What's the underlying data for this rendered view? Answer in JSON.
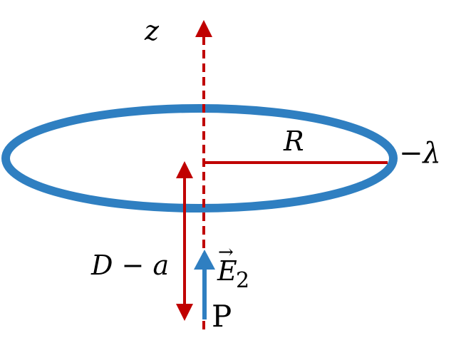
{
  "labels": {
    "z_axis": "z",
    "radius": "R",
    "charge_density": "−λ",
    "distance_main": "D − a",
    "field_E": "E",
    "field_subscript": "2",
    "field_arrow_accent": "→",
    "point": "P"
  },
  "colors": {
    "ring": "#2f7fc1",
    "axis": "#c00000",
    "radius_line": "#c00000",
    "distance_arrow": "#c00000",
    "field_arrow": "#2f7fc1",
    "text": "#000000"
  }
}
